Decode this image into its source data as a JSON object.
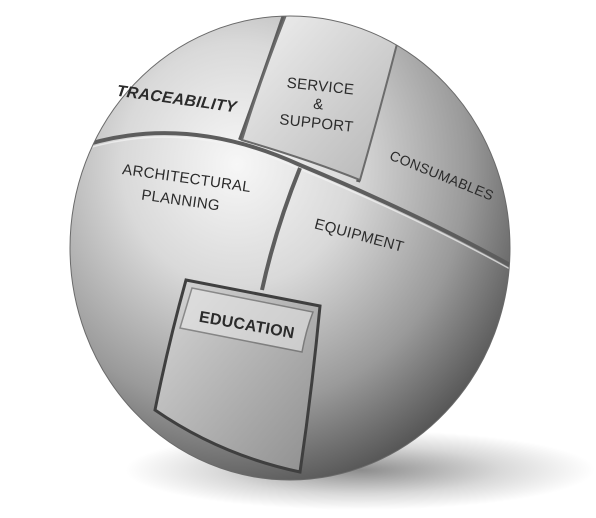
{
  "segments": {
    "traceability": "TRACEABILITY",
    "service": {
      "line1": "SERVICE",
      "line2": "&",
      "line3": "SUPPORT"
    },
    "consumables": "CONSUMABLES",
    "architectural": {
      "line1": "ARCHITECTURAL",
      "line2": "PLANNING"
    },
    "equipment": "EQUIPMENT",
    "education": "EDUCATION"
  }
}
